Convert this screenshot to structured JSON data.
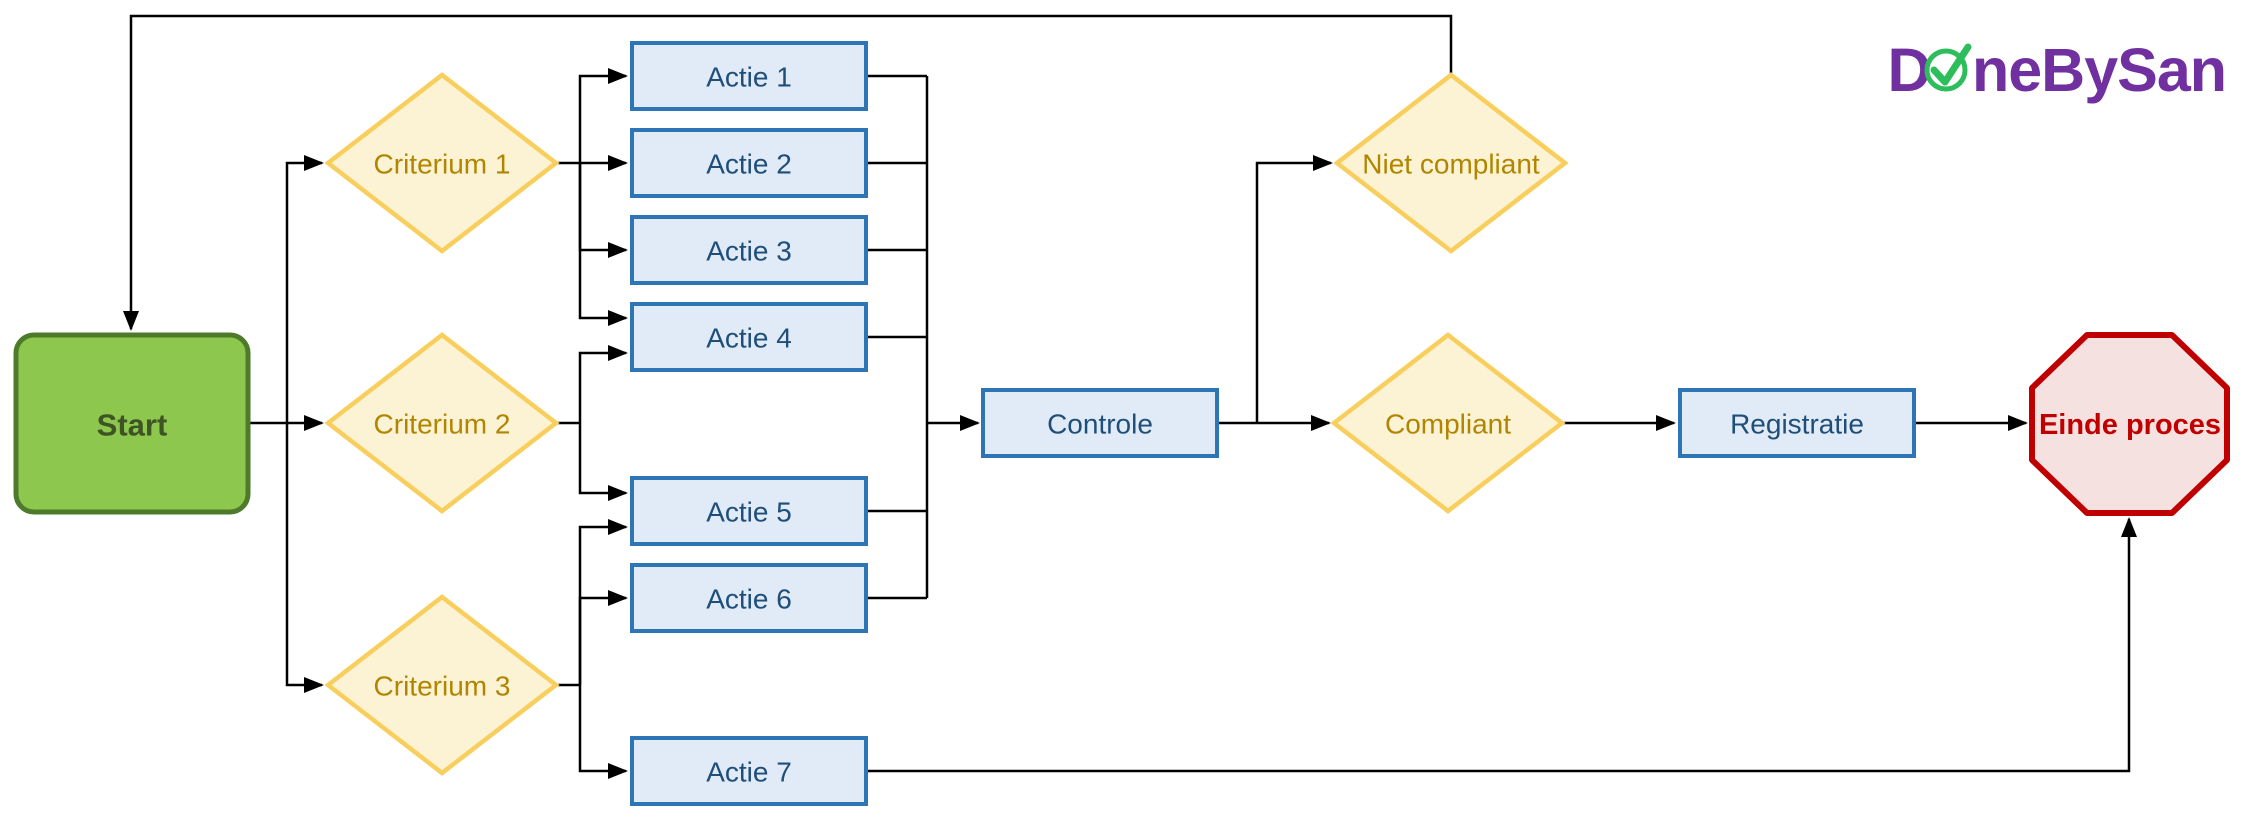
{
  "logo": {
    "prefix": "D",
    "check_icon": "check-circle",
    "suffix": "neBySan"
  },
  "nodes": {
    "start": {
      "label": "Start",
      "type": "start"
    },
    "criterium_1": {
      "label": "Criterium 1",
      "type": "decision"
    },
    "criterium_2": {
      "label": "Criterium 2",
      "type": "decision"
    },
    "criterium_3": {
      "label": "Criterium 3",
      "type": "decision"
    },
    "actie_1": {
      "label": "Actie 1",
      "type": "process"
    },
    "actie_2": {
      "label": "Actie 2",
      "type": "process"
    },
    "actie_3": {
      "label": "Actie 3",
      "type": "process"
    },
    "actie_4": {
      "label": "Actie 4",
      "type": "process"
    },
    "actie_5": {
      "label": "Actie 5",
      "type": "process"
    },
    "actie_6": {
      "label": "Actie 6",
      "type": "process"
    },
    "actie_7": {
      "label": "Actie 7",
      "type": "process"
    },
    "controle": {
      "label": "Controle",
      "type": "process"
    },
    "niet_compliant": {
      "label": "Niet compliant",
      "type": "decision"
    },
    "compliant": {
      "label": "Compliant",
      "type": "decision"
    },
    "registratie": {
      "label": "Registratie",
      "type": "process"
    },
    "einde_proces": {
      "label": "Einde proces",
      "type": "end"
    }
  },
  "edges": [
    {
      "from": "start",
      "to": "criterium_1"
    },
    {
      "from": "start",
      "to": "criterium_2"
    },
    {
      "from": "start",
      "to": "criterium_3"
    },
    {
      "from": "criterium_1",
      "to": "actie_1"
    },
    {
      "from": "criterium_1",
      "to": "actie_2"
    },
    {
      "from": "criterium_1",
      "to": "actie_3"
    },
    {
      "from": "criterium_1",
      "to": "actie_4"
    },
    {
      "from": "criterium_2",
      "to": "actie_4"
    },
    {
      "from": "criterium_2",
      "to": "actie_5"
    },
    {
      "from": "criterium_3",
      "to": "actie_5"
    },
    {
      "from": "criterium_3",
      "to": "actie_6"
    },
    {
      "from": "criterium_3",
      "to": "actie_7"
    },
    {
      "from": "actie_1",
      "to": "controle"
    },
    {
      "from": "actie_2",
      "to": "controle"
    },
    {
      "from": "actie_3",
      "to": "controle"
    },
    {
      "from": "actie_4",
      "to": "controle"
    },
    {
      "from": "actie_5",
      "to": "controle"
    },
    {
      "from": "actie_6",
      "to": "controle"
    },
    {
      "from": "controle",
      "to": "niet_compliant"
    },
    {
      "from": "controle",
      "to": "compliant"
    },
    {
      "from": "niet_compliant",
      "to": "start"
    },
    {
      "from": "compliant",
      "to": "registratie"
    },
    {
      "from": "registratie",
      "to": "einde_proces"
    },
    {
      "from": "actie_7",
      "to": "einde_proces"
    }
  ],
  "colors": {
    "line": "#000000",
    "start-fill": "#8dc74e",
    "start-border": "#4e7a2b",
    "start-text": "#3e5424",
    "decision-fill": "#fcf2d4",
    "decision-border": "#f8ce5d",
    "decision-text": "#b08600",
    "process-fill": "#e0ebf7",
    "process-border": "#2e75b6",
    "process-text": "#1f4e79",
    "end-fill": "#f4e1e0",
    "end-border": "#c00000",
    "end-text": "#c00000",
    "logo-purple": "#7030a0",
    "logo-green": "#2ebd5b"
  }
}
